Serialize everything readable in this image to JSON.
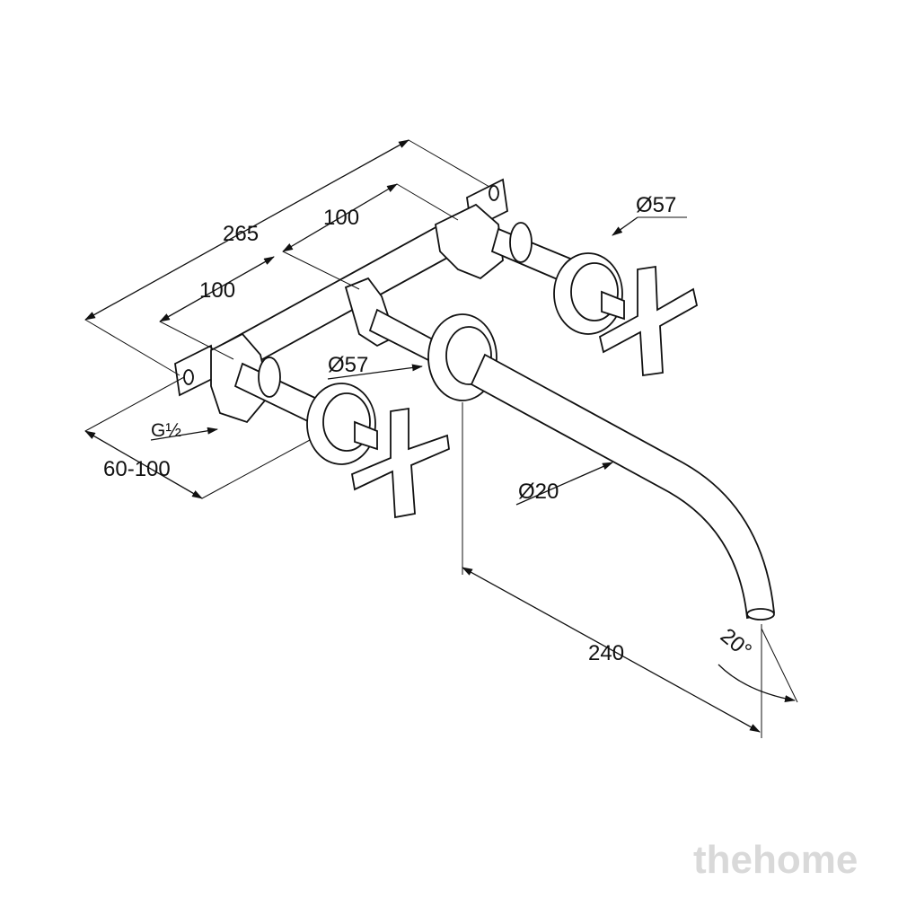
{
  "drawing": {
    "dimensions": {
      "overall_width": "265",
      "spacing_upper": "100",
      "spacing_lower": "100",
      "rosette_diameter_right": "Ø57",
      "rosette_diameter_middle": "Ø57",
      "connection_thread": "G½",
      "wall_depth_range": "60-100",
      "spout_diameter": "Ø20",
      "spout_projection": "240",
      "spout_angle": "20°"
    },
    "watermark": "thehome"
  }
}
